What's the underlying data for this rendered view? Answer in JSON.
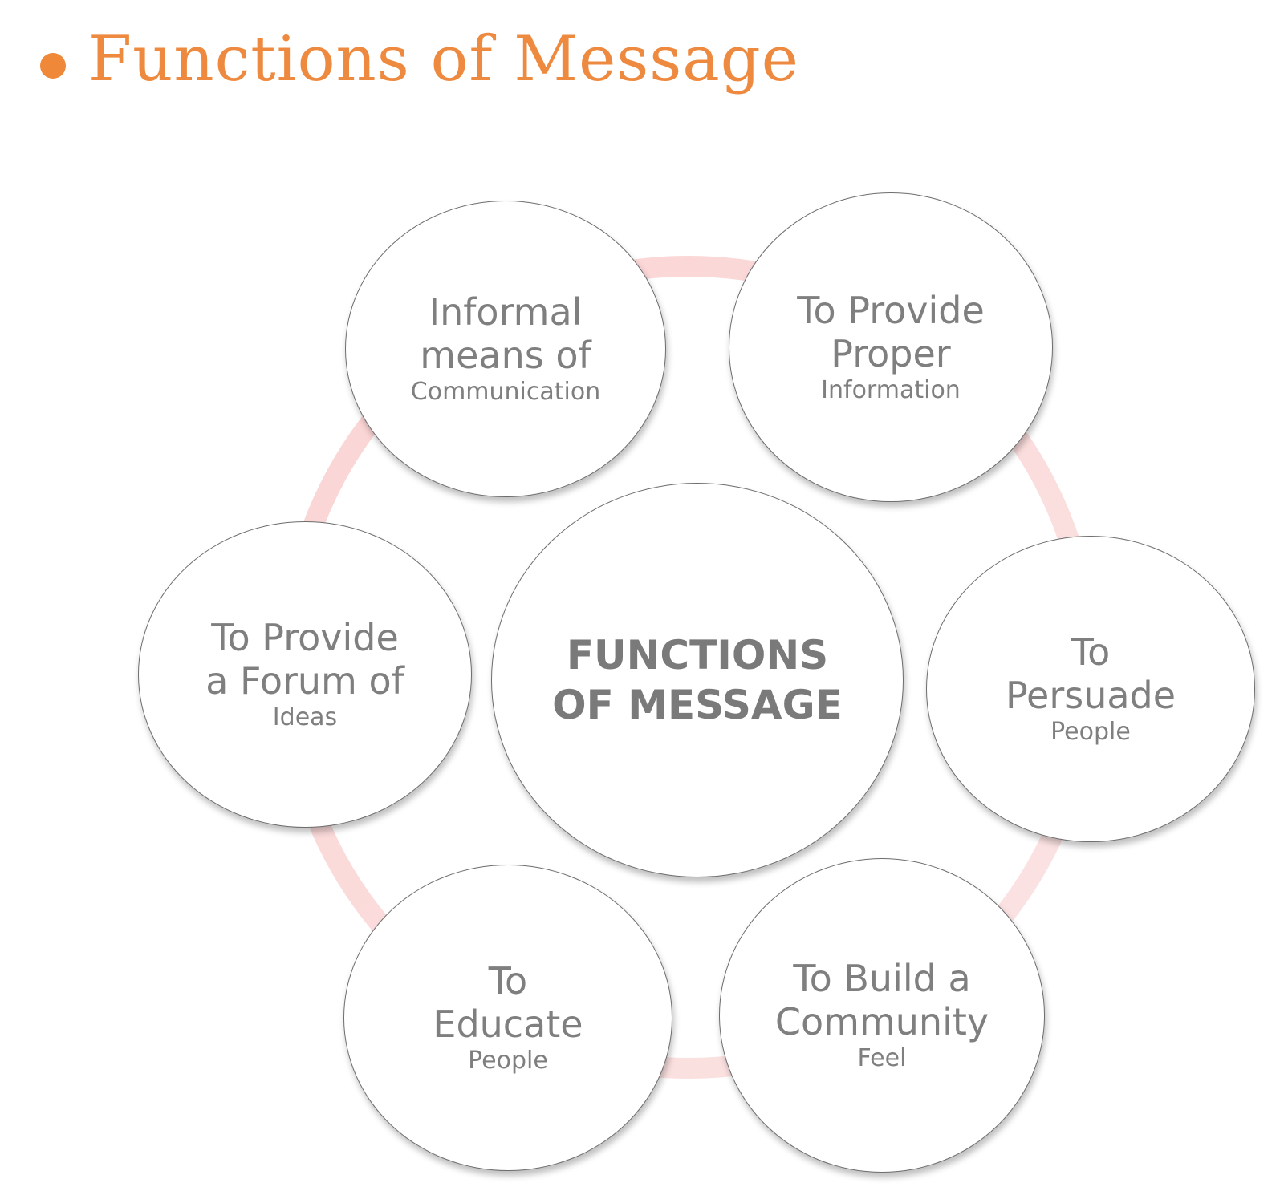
{
  "title": "Functions of Message",
  "colors": {
    "title": "#EE8A3F",
    "bullet": "#F0883A",
    "ring": "#FADADA",
    "text": "#7F7F7F"
  },
  "diagram": {
    "center": {
      "line1": "FUNCTIONS",
      "line2": "OF MESSAGE"
    },
    "nodes": [
      {
        "line1": "Informal",
        "line2": "means of",
        "line3": "Communication"
      },
      {
        "line1": "To Provide",
        "line2": "Proper",
        "line3": "Information"
      },
      {
        "line1": "To",
        "line2": "Persuade",
        "line3": "People"
      },
      {
        "line1": "To Build a",
        "line2": "Community",
        "line3": "Feel"
      },
      {
        "line1": "To",
        "line2": "Educate",
        "line3": "People"
      },
      {
        "line1": "To Provide",
        "line2": "a Forum of",
        "line3": "Ideas"
      }
    ]
  }
}
